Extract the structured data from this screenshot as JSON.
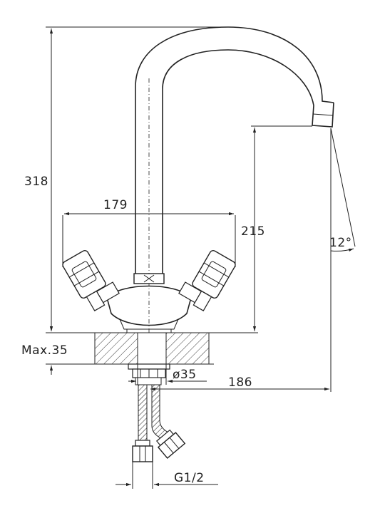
{
  "dimensions": {
    "height_total": "318",
    "spread_handles": "179",
    "spout_height": "215",
    "max_thickness": "Max.35",
    "hole_diameter": "ø35",
    "reach": "186",
    "swivel_angle": "12°",
    "thread": "G1/2"
  },
  "colors": {
    "line": "#222222",
    "background": "#ffffff"
  }
}
